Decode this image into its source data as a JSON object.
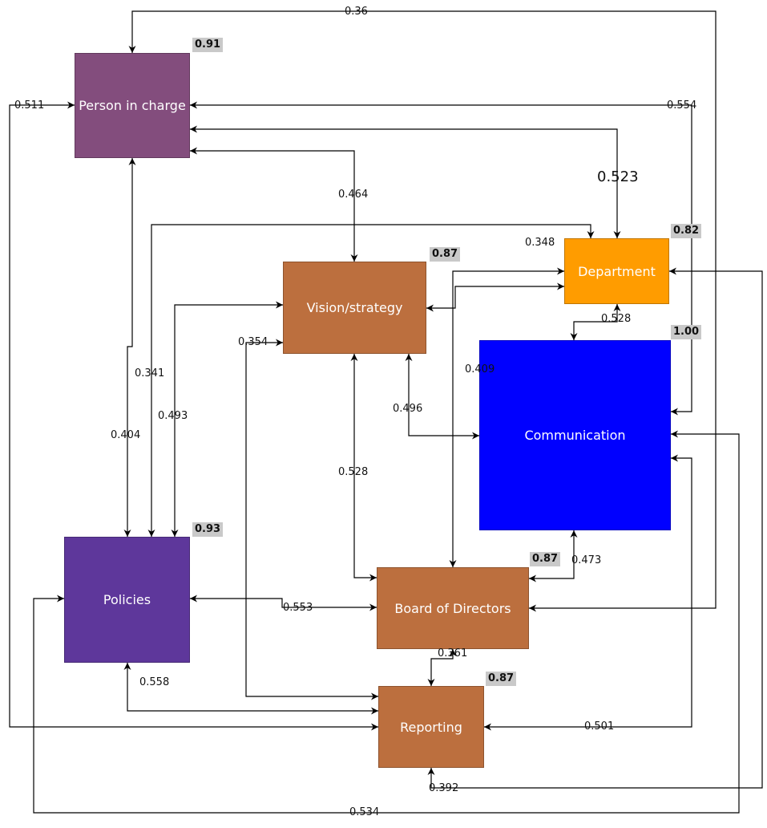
{
  "nodes": {
    "person_in_charge": {
      "label": "Person in charge",
      "score": "0.91",
      "color": "#834d7d"
    },
    "department": {
      "label": "Department",
      "score": "0.82",
      "color": "#ff9c00"
    },
    "vision_strategy": {
      "label": "Vision/strategy",
      "score": "0.87",
      "color": "#bc6f3e"
    },
    "communication": {
      "label": "Communication",
      "score": "1.00",
      "color": "#0000ff"
    },
    "policies": {
      "label": "Policies",
      "score": "0.93",
      "color": "#5e379b"
    },
    "board_of_directors": {
      "label": "Board of Directors",
      "score": "0.87",
      "color": "#bc6f3e"
    },
    "reporting": {
      "label": "Reporting",
      "score": "0.87",
      "color": "#bc6f3e"
    }
  },
  "edge_labels": {
    "e036": "0.36",
    "e0511": "0.511",
    "e0554": "0.554",
    "e0523": "0.523",
    "e0464": "0.464",
    "e0348": "0.348",
    "e0528a": "0.528",
    "e0354": "0.354",
    "e0409": "0.409",
    "e0341": "0.341",
    "e0493": "0.493",
    "e0496": "0.496",
    "e0404": "0.404",
    "e0528b": "0.528",
    "e0473": "0.473",
    "e0553": "0.553",
    "e0361": "0.361",
    "e0558": "0.558",
    "e0501": "0.501",
    "e0392": "0.392",
    "e0534": "0.534"
  },
  "colors": {
    "line": "#000000",
    "score_bg": "#c9c9c9"
  }
}
